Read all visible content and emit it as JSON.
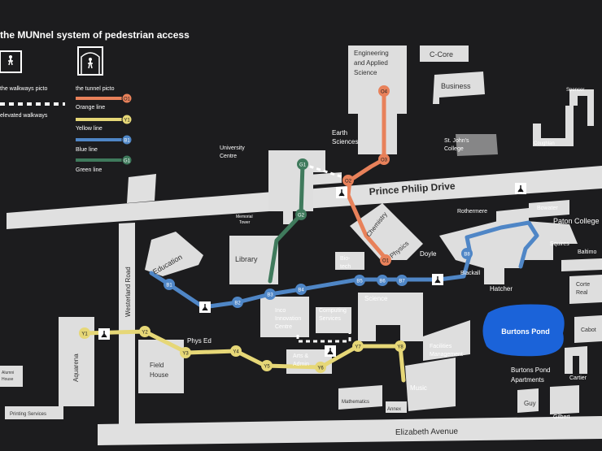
{
  "title": "the MUNnel system of pedestrian access",
  "legend": {
    "walkways_picto": "the walkways picto",
    "tunnel_picto": "the tunnel picto",
    "elevated": "elevated walkways",
    "lines": [
      {
        "name": "Orange line",
        "code": "O1",
        "color": "#e8815a"
      },
      {
        "name": "Yellow line",
        "code": "Y1",
        "color": "#e6d777"
      },
      {
        "name": "Blue line",
        "code": "B1",
        "color": "#4f86c6"
      },
      {
        "name": "Green line",
        "code": "G1",
        "color": "#3f7a5c"
      }
    ]
  },
  "streets": {
    "prince_philip": "Prince Philip Drive",
    "westerland": "Westerland Road",
    "elizabeth": "Elizabeth Avenue"
  },
  "buildings": {
    "engineering": [
      "Engineering",
      "and Applied",
      "Science"
    ],
    "c_core": "C-Core",
    "business": "Business",
    "spencer": "Spencer",
    "coughlan": "Coughlan",
    "st_johns": [
      "St. John's",
      "College"
    ],
    "earth_sciences": [
      "Earth",
      "Sciences"
    ],
    "university_centre": [
      "University",
      "Centre"
    ],
    "memorial_tower": [
      "Memorial",
      "Tower"
    ],
    "library": "Library",
    "education": "Education",
    "chemistry": "Chemistry",
    "physics": "Physics",
    "biotech": [
      "Bio-",
      "tech"
    ],
    "rothermere": "Rothermere",
    "bowater": "Bowater",
    "paton": "Paton College",
    "squires": "Squires",
    "baltimore": "Baltimo",
    "doyle": "Doyle",
    "blackall": "Blackall",
    "hatcher": "Hatcher",
    "corte_real": [
      "Corte",
      "Real"
    ],
    "burtons_pond": "Burtons Pond",
    "cabot": "Cabot",
    "cartier": "Cartier",
    "burtons_apartments": [
      "Burtons Pond",
      "Apartments"
    ],
    "guy": "Guy",
    "gilbert": "Gilbert",
    "science": "Science",
    "inco": [
      "Inco",
      "Innovation",
      "Centre"
    ],
    "computing": [
      "Computing",
      "Services"
    ],
    "facilities": [
      "Facilities",
      "Management"
    ],
    "arts_admin": [
      "Arts  &",
      "Admin"
    ],
    "music": "Music",
    "mathematics": "Mathematics",
    "annex": "Annex",
    "phys_ed": "Phys Ed",
    "field_house": [
      "Field",
      "House"
    ],
    "aquarena": "Aquarena",
    "alumni": [
      "Alumni",
      "House"
    ],
    "printing": "Printing Services"
  },
  "stations": {
    "O1": "O1",
    "O2": "O2",
    "O3": "O3",
    "O4": "O4",
    "G1": "G1",
    "G2": "G2",
    "B1": "B1",
    "B2": "B2",
    "B3": "B3",
    "B4": "B4",
    "B5": "B5",
    "B6": "B6",
    "B7": "B7",
    "B8": "B8",
    "Y1": "Y1",
    "Y2": "Y2",
    "Y3": "Y3",
    "Y4": "Y4",
    "Y5": "Y5",
    "Y6": "Y6",
    "Y7": "Y7",
    "Y8": "Y8"
  }
}
